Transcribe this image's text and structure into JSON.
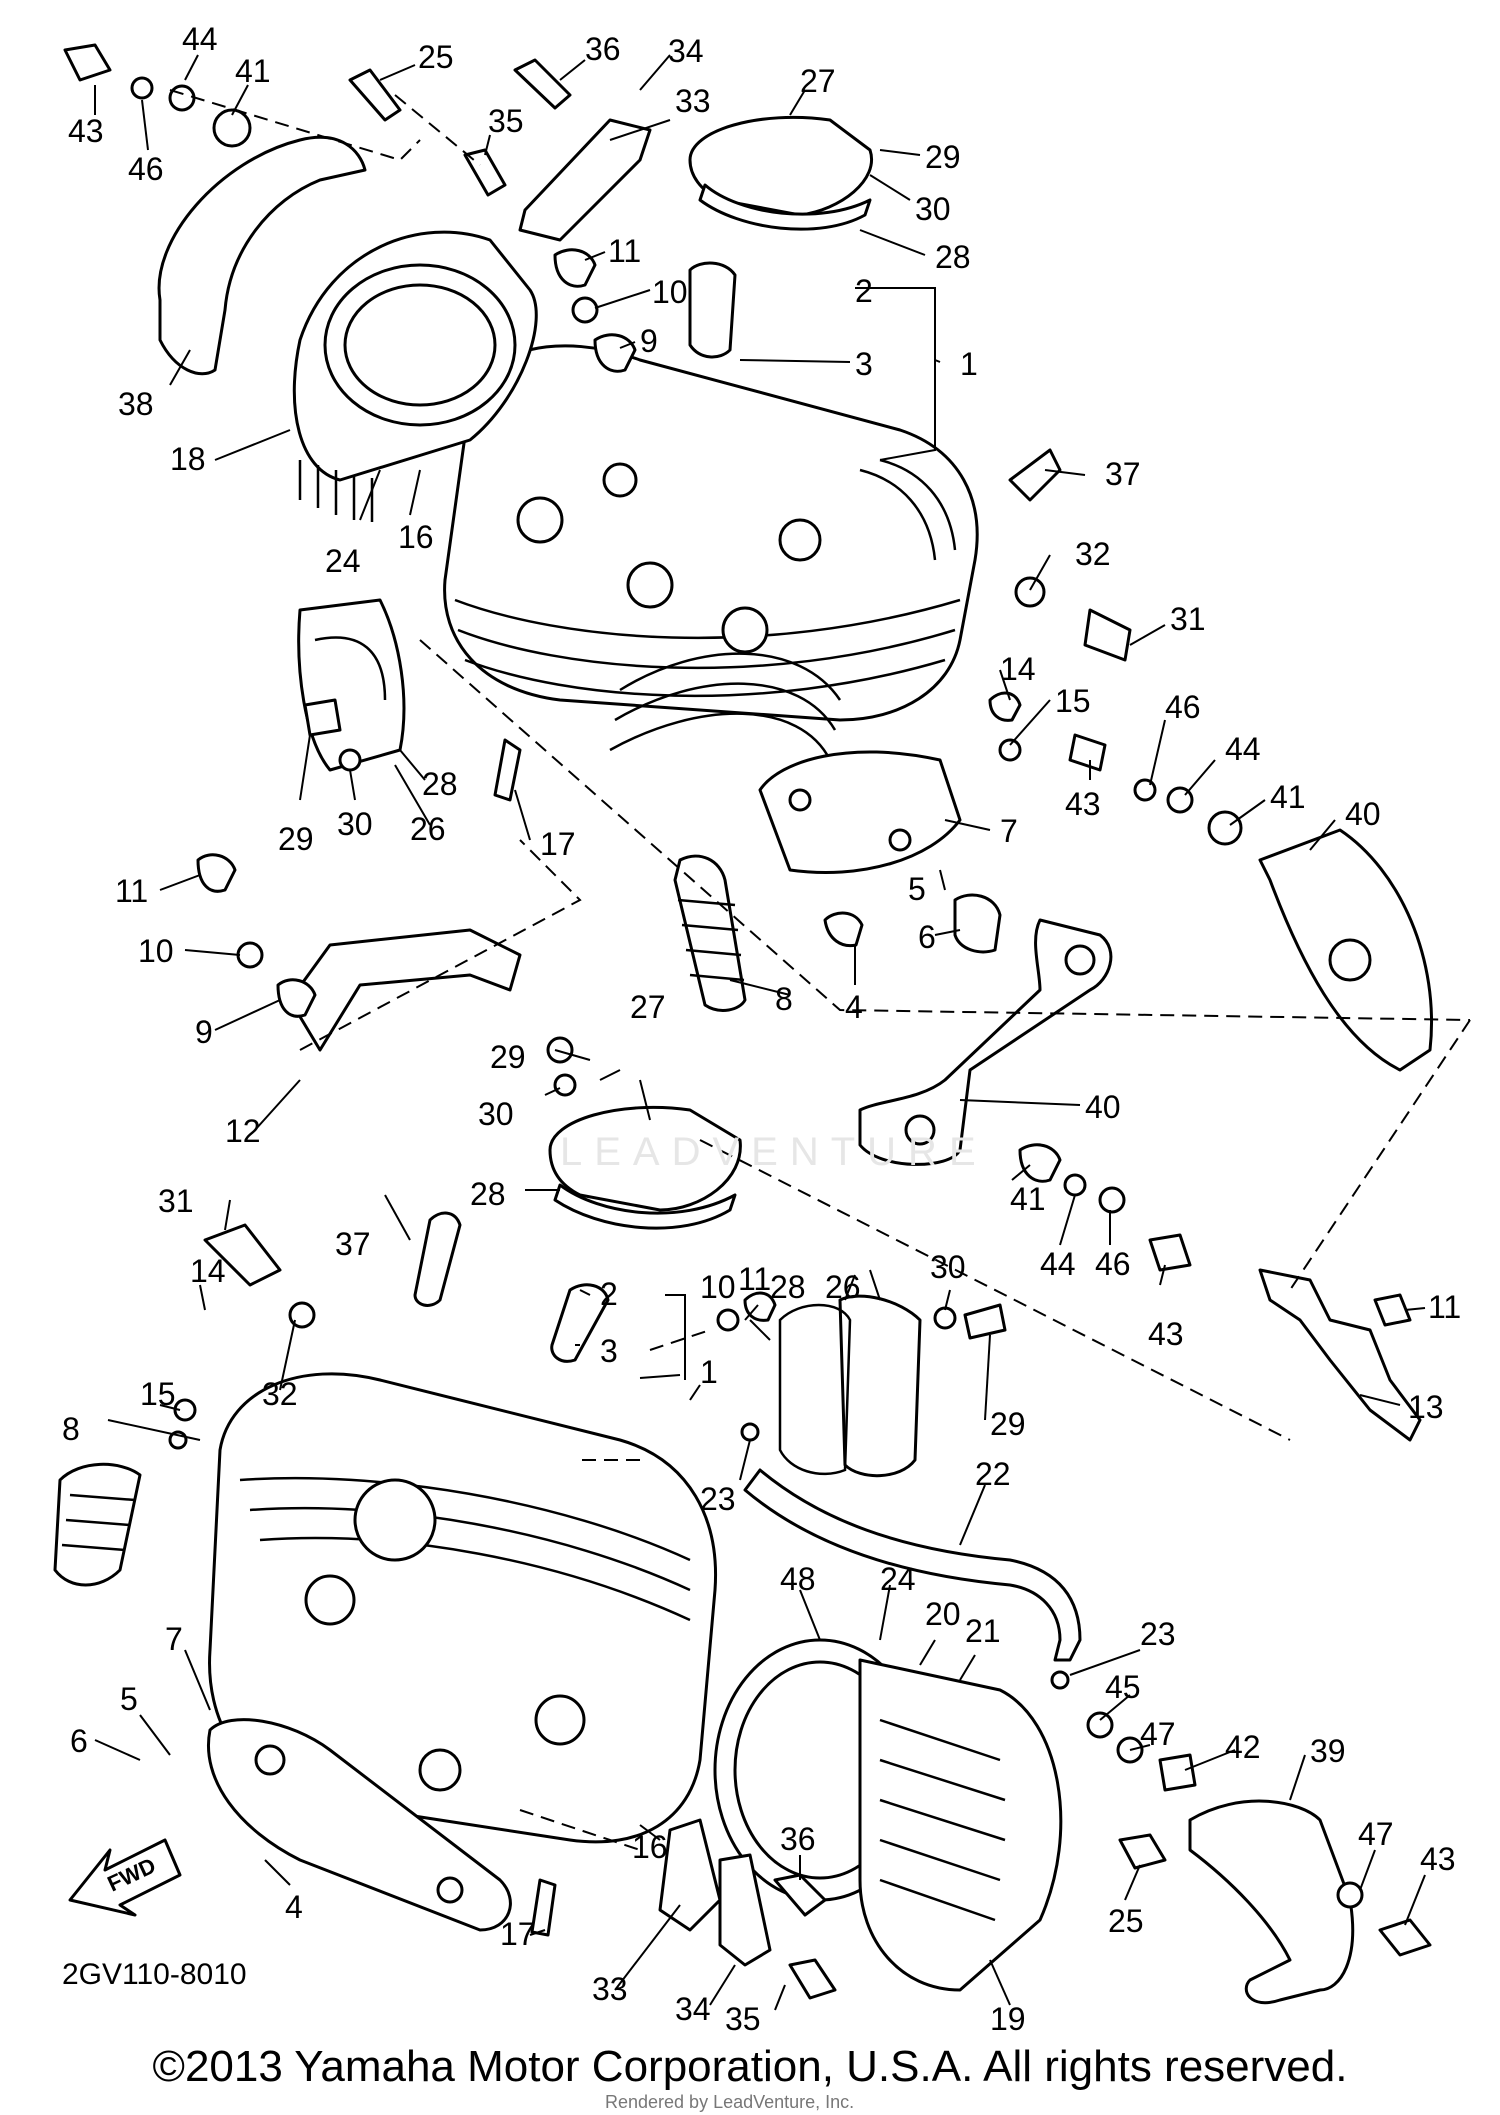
{
  "diagram": {
    "code": "2GV110-8010",
    "copyright": "©2013 Yamaha Motor Corporation, U.S.A. All rights reserved.",
    "watermark": "LEADVENTURE",
    "credit": "Rendered by LeadVenture, Inc.",
    "fwd_label": "FWD",
    "callouts": [
      {
        "id": "c1",
        "label": "43"
      },
      {
        "id": "c2",
        "label": "44"
      },
      {
        "id": "c3",
        "label": "41"
      },
      {
        "id": "c4",
        "label": "46"
      },
      {
        "id": "c5",
        "label": "25"
      },
      {
        "id": "c6",
        "label": "36"
      },
      {
        "id": "c7",
        "label": "34"
      },
      {
        "id": "c8",
        "label": "33"
      },
      {
        "id": "c9",
        "label": "35"
      },
      {
        "id": "c10",
        "label": "27"
      },
      {
        "id": "c11",
        "label": "29"
      },
      {
        "id": "c12",
        "label": "30"
      },
      {
        "id": "c13",
        "label": "28"
      },
      {
        "id": "c14",
        "label": "11"
      },
      {
        "id": "c15",
        "label": "10"
      },
      {
        "id": "c16",
        "label": "9"
      },
      {
        "id": "c17",
        "label": "2"
      },
      {
        "id": "c18",
        "label": "3"
      },
      {
        "id": "c19",
        "label": "1"
      },
      {
        "id": "c20",
        "label": "38"
      },
      {
        "id": "c21",
        "label": "18"
      },
      {
        "id": "c22",
        "label": "24"
      },
      {
        "id": "c23",
        "label": "16"
      },
      {
        "id": "c24",
        "label": "37"
      },
      {
        "id": "c25",
        "label": "32"
      },
      {
        "id": "c26",
        "label": "31"
      },
      {
        "id": "c27",
        "label": "14"
      },
      {
        "id": "c28",
        "label": "15"
      },
      {
        "id": "c29",
        "label": "43"
      },
      {
        "id": "c30",
        "label": "46"
      },
      {
        "id": "c31",
        "label": "44"
      },
      {
        "id": "c32",
        "label": "41"
      },
      {
        "id": "c33",
        "label": "40"
      },
      {
        "id": "c34",
        "label": "28"
      },
      {
        "id": "c35",
        "label": "26"
      },
      {
        "id": "c36",
        "label": "29"
      },
      {
        "id": "c37",
        "label": "30"
      },
      {
        "id": "c38",
        "label": "17"
      },
      {
        "id": "c39",
        "label": "7"
      },
      {
        "id": "c40",
        "label": "5"
      },
      {
        "id": "c41",
        "label": "6"
      },
      {
        "id": "c42",
        "label": "4"
      },
      {
        "id": "c43",
        "label": "8"
      },
      {
        "id": "c44",
        "label": "11"
      },
      {
        "id": "c45",
        "label": "10"
      },
      {
        "id": "c46",
        "label": "9"
      },
      {
        "id": "c47",
        "label": "12"
      },
      {
        "id": "c48",
        "label": "27"
      },
      {
        "id": "c49",
        "label": "29"
      },
      {
        "id": "c50",
        "label": "30"
      },
      {
        "id": "c51",
        "label": "40"
      },
      {
        "id": "c52",
        "label": "28"
      },
      {
        "id": "c53",
        "label": "41"
      },
      {
        "id": "c54",
        "label": "44"
      },
      {
        "id": "c55",
        "label": "46"
      },
      {
        "id": "c56",
        "label": "43"
      },
      {
        "id": "c57",
        "label": "31"
      },
      {
        "id": "c58",
        "label": "37"
      },
      {
        "id": "c59",
        "label": "11"
      },
      {
        "id": "c60",
        "label": "10"
      },
      {
        "id": "c61",
        "label": "28"
      },
      {
        "id": "c62",
        "label": "26"
      },
      {
        "id": "c63",
        "label": "30"
      },
      {
        "id": "c64",
        "label": "2"
      },
      {
        "id": "c65",
        "label": "3"
      },
      {
        "id": "c66",
        "label": "1"
      },
      {
        "id": "c67",
        "label": "29"
      },
      {
        "id": "c68",
        "label": "11"
      },
      {
        "id": "c69",
        "label": "13"
      },
      {
        "id": "c70",
        "label": "32"
      },
      {
        "id": "c71",
        "label": "14"
      },
      {
        "id": "c72",
        "label": "15"
      },
      {
        "id": "c73",
        "label": "8"
      },
      {
        "id": "c74",
        "label": "23"
      },
      {
        "id": "c75",
        "label": "22"
      },
      {
        "id": "c76",
        "label": "48"
      },
      {
        "id": "c77",
        "label": "24"
      },
      {
        "id": "c78",
        "label": "20"
      },
      {
        "id": "c79",
        "label": "21"
      },
      {
        "id": "c80",
        "label": "23"
      },
      {
        "id": "c81",
        "label": "45"
      },
      {
        "id": "c82",
        "label": "47"
      },
      {
        "id": "c83",
        "label": "42"
      },
      {
        "id": "c84",
        "label": "39"
      },
      {
        "id": "c85",
        "label": "7"
      },
      {
        "id": "c86",
        "label": "5"
      },
      {
        "id": "c87",
        "label": "6"
      },
      {
        "id": "c88",
        "label": "4"
      },
      {
        "id": "c89",
        "label": "16"
      },
      {
        "id": "c90",
        "label": "25"
      },
      {
        "id": "c91",
        "label": "47"
      },
      {
        "id": "c92",
        "label": "43"
      },
      {
        "id": "c93",
        "label": "36"
      },
      {
        "id": "c94",
        "label": "17"
      },
      {
        "id": "c95",
        "label": "33"
      },
      {
        "id": "c96",
        "label": "34"
      },
      {
        "id": "c97",
        "label": "35"
      },
      {
        "id": "c98",
        "label": "19"
      }
    ]
  }
}
